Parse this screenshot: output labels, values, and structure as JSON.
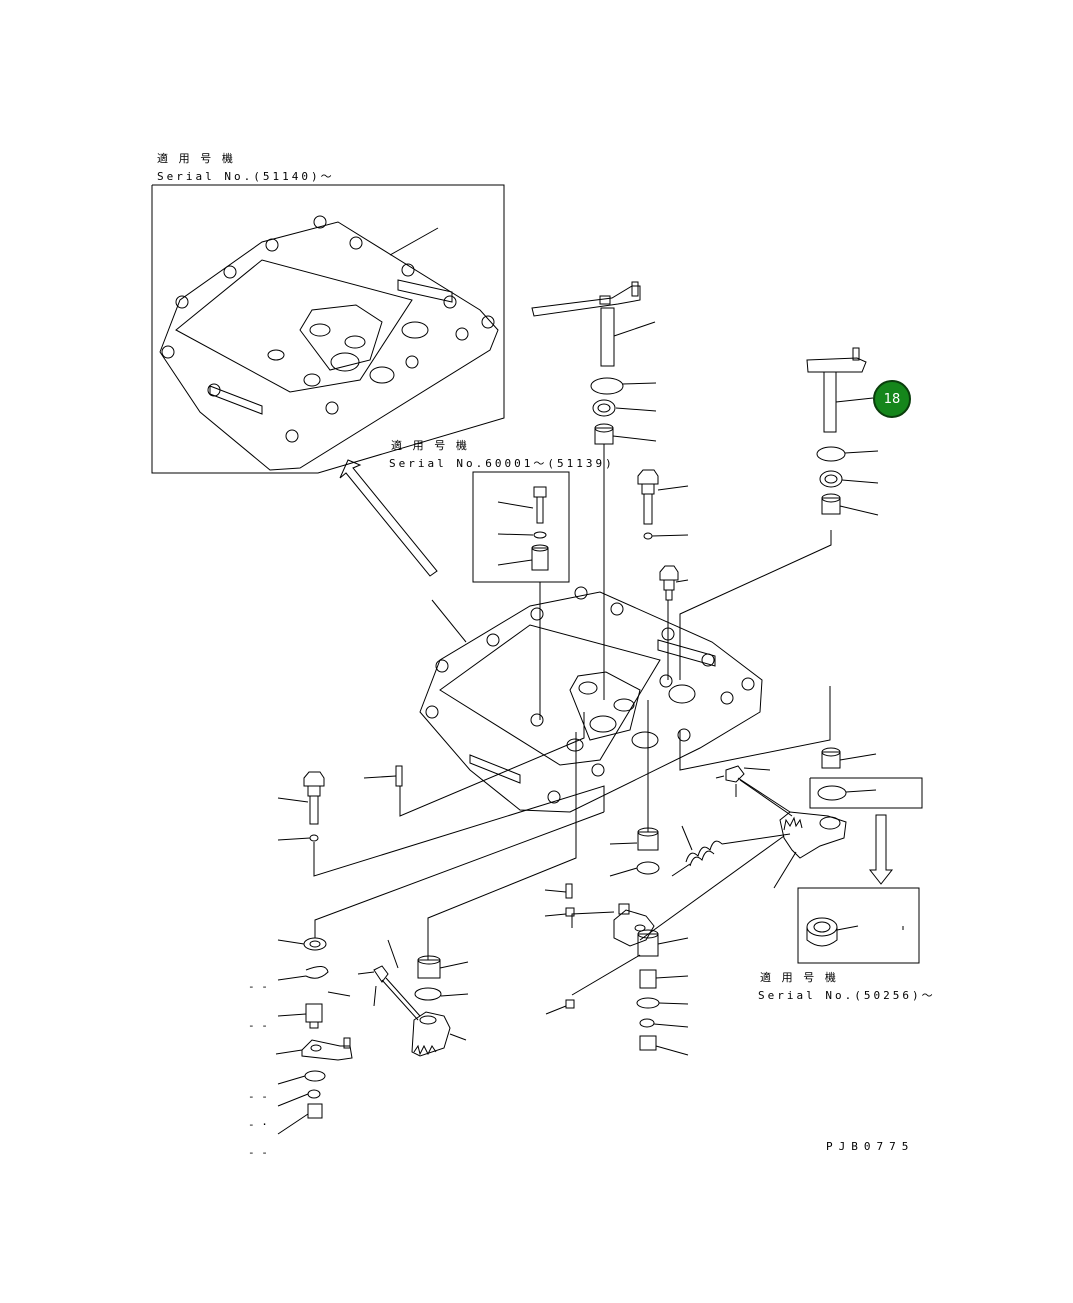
{
  "inset_top": {
    "applicable_label": "適 用 号 機",
    "serial": "Serial No.(51140)～"
  },
  "inset_middle": {
    "applicable_label": "適 用 号 機",
    "serial": "Serial No.60001～(51139)"
  },
  "inset_right": {
    "applicable_label": "適 用 号 機",
    "serial": "Serial No.(50256)～"
  },
  "callout": {
    "number": "18",
    "color": "#15861b"
  },
  "drawing_code": "PJB0775",
  "dash_marks": [
    "- -",
    "- -",
    "- -",
    "- ·",
    "- -"
  ]
}
